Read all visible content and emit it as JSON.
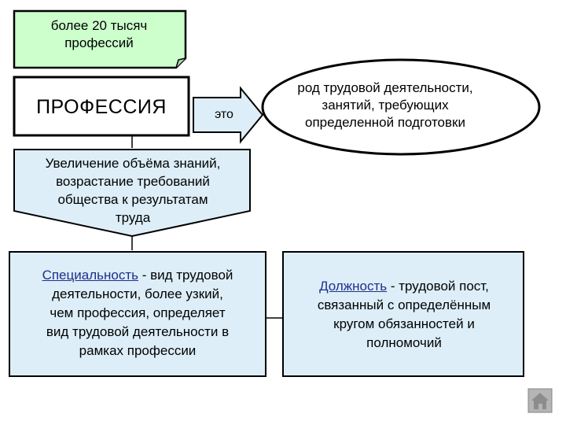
{
  "note": {
    "line1": "более 20 тысяч",
    "line2": "профессий"
  },
  "profession": {
    "title": "ПРОФЕССИЯ"
  },
  "arrow": {
    "label": "это"
  },
  "definition": {
    "line1": "род трудовой деятельности,",
    "line2": "занятий, требующих",
    "line3": "определенной подготовки"
  },
  "increase": {
    "line1": "Увеличение объёма знаний,",
    "line2": "возрастание требований",
    "line3": "общества к результатам",
    "line4": "труда"
  },
  "specialty": {
    "term": "Специальность",
    "line1_rest": " - вид трудовой",
    "line2": "деятельности, более узкий,",
    "line3": "чем профессия, определяет",
    "line4": "вид трудовой деятельности в",
    "line5": "рамках профессии"
  },
  "position": {
    "term": "Должность",
    "line1_rest": " - трудовой пост,",
    "line2": "связанный с определённым",
    "line3": "кругом обязанностей и",
    "line4": "полномочий"
  },
  "colors": {
    "note_fill": "#ccffcc",
    "box_fill": "#ddeef8",
    "term_color": "#1f2f8c",
    "border": "#000000"
  },
  "icons": {
    "corner": "home-icon"
  }
}
